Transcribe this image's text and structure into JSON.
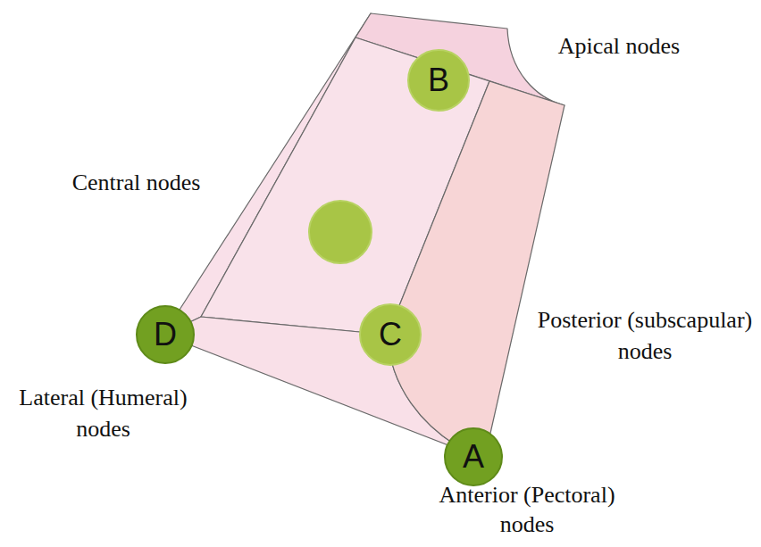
{
  "diagram": {
    "nodes": [
      {
        "text": [
          "B"
        ]
      },
      {
        "text": [
          "D"
        ]
      },
      {
        "text": [
          "C"
        ]
      },
      {
        "text": [
          "A"
        ]
      }
    ],
    "labels": [
      "Apical nodes",
      "Central nodes",
      "Posterior (subscapular) nodes",
      "Lateral (Humeral) nodes",
      "Anterior (Pectoral) nodes"
    ]
  }
}
